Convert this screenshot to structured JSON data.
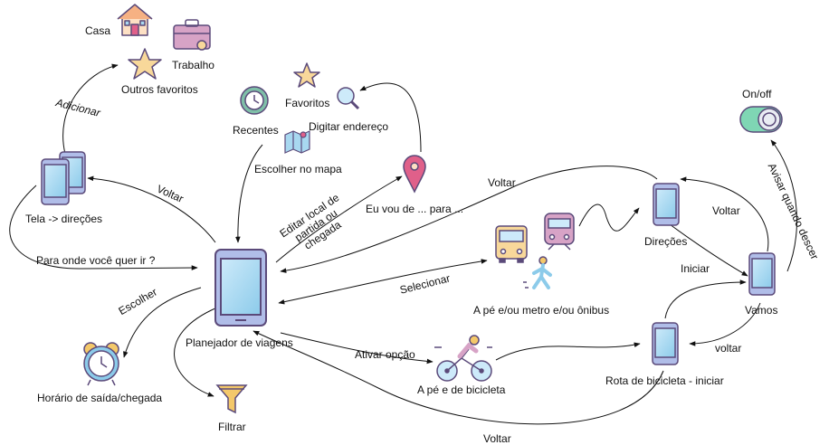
{
  "labels": {
    "casa": "Casa",
    "trabalho": "Trabalho",
    "outros_favoritos": "Outros favoritos",
    "adicionar": "Adicionar",
    "tela_direcoes": "Tela -> direções",
    "voltar_tela": "Voltar",
    "para_onde": "Para onde você quer ir ?",
    "escolher": "Escolher",
    "horario": "Horário de saída/chegada",
    "filtrar": "Filtrar",
    "planejador": "Planejador de viagens",
    "recentes": "Recentes",
    "favoritos": "Favoritos",
    "digitar_endereco": "Digitar endereço",
    "escolher_mapa": "Escolher no mapa",
    "editar_local": "Editar local de partida ou chegada",
    "eu_vou": "Eu vou de ... para ...",
    "voltar_top": "Voltar",
    "selecionar": "Selecionar",
    "ape_metro": "A pé e/ou metro e/ou ônibus",
    "direcoes": "Direções",
    "voltar_dir": "Voltar",
    "iniciar": "Iniciar",
    "vamos": "Vamos",
    "on_off": "On/off",
    "avisar": "Avisar quando descer",
    "voltar_vamos": "voltar",
    "ativar_opcao": "Ativar opção",
    "ape_bicicleta": "A pé e de bicicleta",
    "rota_bicicleta": "Rota de bicicleta - iniciar",
    "voltar_bottom": "Voltar"
  },
  "colors": {
    "phone_body": "#b0bde8",
    "phone_outline": "#5b4a7a",
    "phone_screen": "#a8d8f0",
    "accent_pink": "#e0608a",
    "star": "#f8d89a",
    "toggle_green": "#7fd6b4",
    "bike_yellow": "#f4c86a"
  },
  "icons": {
    "house": "house-icon",
    "briefcase": "briefcase-icon",
    "star": "star-icon",
    "clock": "clock-icon",
    "search": "magnifier-icon",
    "map": "map-icon",
    "pin": "location-pin-icon",
    "bus": "bus-icon",
    "train": "train-icon",
    "walker": "pedestrian-icon",
    "cyclist": "cyclist-icon",
    "alarm": "alarm-clock-icon",
    "filter": "funnel-icon",
    "toggle": "toggle-icon",
    "phone": "smartphone-icon"
  }
}
